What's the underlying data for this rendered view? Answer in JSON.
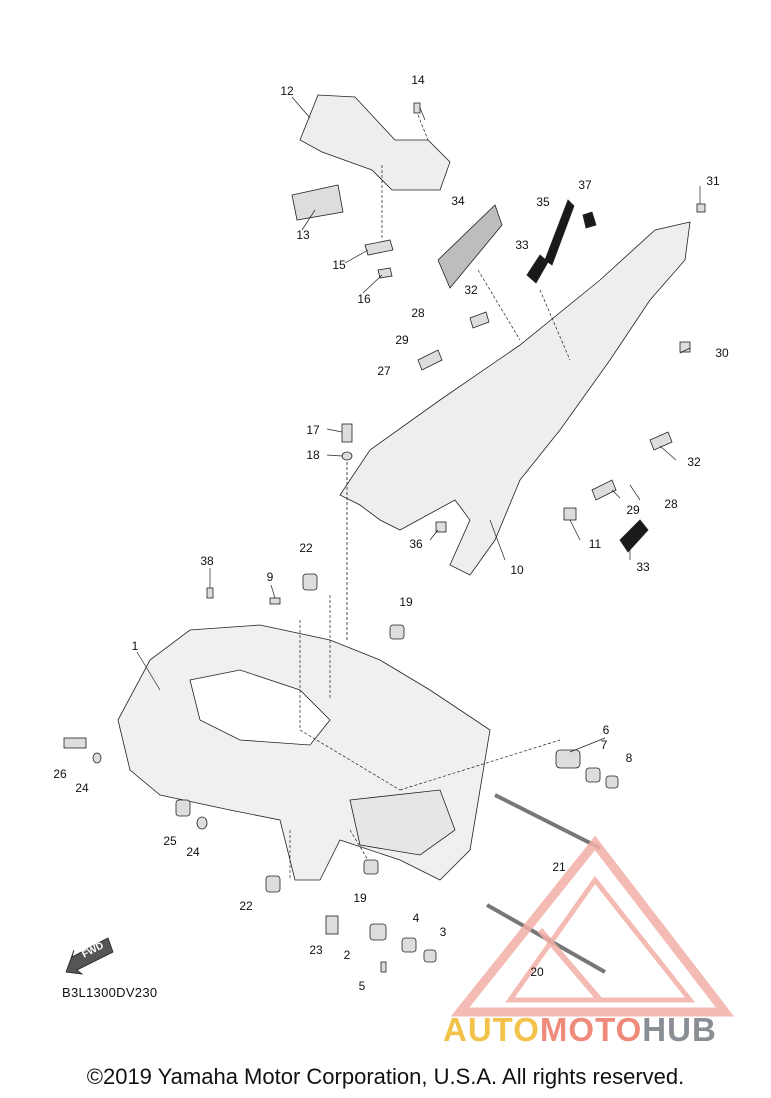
{
  "diagram": {
    "callouts": [
      {
        "id": "c1",
        "text": "1"
      },
      {
        "id": "c2",
        "text": "2"
      },
      {
        "id": "c3",
        "text": "3"
      },
      {
        "id": "c4",
        "text": "4"
      },
      {
        "id": "c5",
        "text": "5"
      },
      {
        "id": "c6",
        "text": "6"
      },
      {
        "id": "c7",
        "text": "7"
      },
      {
        "id": "c8",
        "text": "8"
      },
      {
        "id": "c9",
        "text": "9"
      },
      {
        "id": "c10",
        "text": "10"
      },
      {
        "id": "c11",
        "text": "11"
      },
      {
        "id": "c12",
        "text": "12"
      },
      {
        "id": "c13",
        "text": "13"
      },
      {
        "id": "c14",
        "text": "14"
      },
      {
        "id": "c15",
        "text": "15"
      },
      {
        "id": "c16",
        "text": "16"
      },
      {
        "id": "c17",
        "text": "17"
      },
      {
        "id": "c18",
        "text": "18"
      },
      {
        "id": "c19a",
        "text": "19"
      },
      {
        "id": "c19b",
        "text": "19"
      },
      {
        "id": "c20",
        "text": "20"
      },
      {
        "id": "c21",
        "text": "21"
      },
      {
        "id": "c22a",
        "text": "22"
      },
      {
        "id": "c22b",
        "text": "22"
      },
      {
        "id": "c23",
        "text": "23"
      },
      {
        "id": "c24a",
        "text": "24"
      },
      {
        "id": "c24b",
        "text": "24"
      },
      {
        "id": "c25",
        "text": "25"
      },
      {
        "id": "c26",
        "text": "26"
      },
      {
        "id": "c27",
        "text": "27"
      },
      {
        "id": "c28a",
        "text": "28"
      },
      {
        "id": "c28b",
        "text": "28"
      },
      {
        "id": "c29a",
        "text": "29"
      },
      {
        "id": "c29b",
        "text": "29"
      },
      {
        "id": "c30",
        "text": "30"
      },
      {
        "id": "c31",
        "text": "31"
      },
      {
        "id": "c32a",
        "text": "32"
      },
      {
        "id": "c32b",
        "text": "32"
      },
      {
        "id": "c33a",
        "text": "33"
      },
      {
        "id": "c33b",
        "text": "33"
      },
      {
        "id": "c34",
        "text": "34"
      },
      {
        "id": "c35",
        "text": "35"
      },
      {
        "id": "c36",
        "text": "36"
      },
      {
        "id": "c37",
        "text": "37"
      },
      {
        "id": "c38",
        "text": "38"
      }
    ],
    "fwd_label": "FWD",
    "part_code": "B3L1300DV230"
  },
  "watermark": {
    "word_part1": "AUTO",
    "word_part2": "MOTO",
    "word_part3": "HUB",
    "colors": {
      "auto": "#f2c24a",
      "moto": "#f08a7a",
      "hub": "#8a8f96",
      "triangle": "#f3b0a8"
    }
  },
  "footer": {
    "copyright": "©2019 Yamaha Motor Corporation, U.S.A. All rights reserved."
  },
  "colors": {
    "line": "#222222",
    "part_fill": "#eeeeee",
    "dark_decal": "#1a1a1a",
    "mid_decal": "#bdbdbd"
  }
}
